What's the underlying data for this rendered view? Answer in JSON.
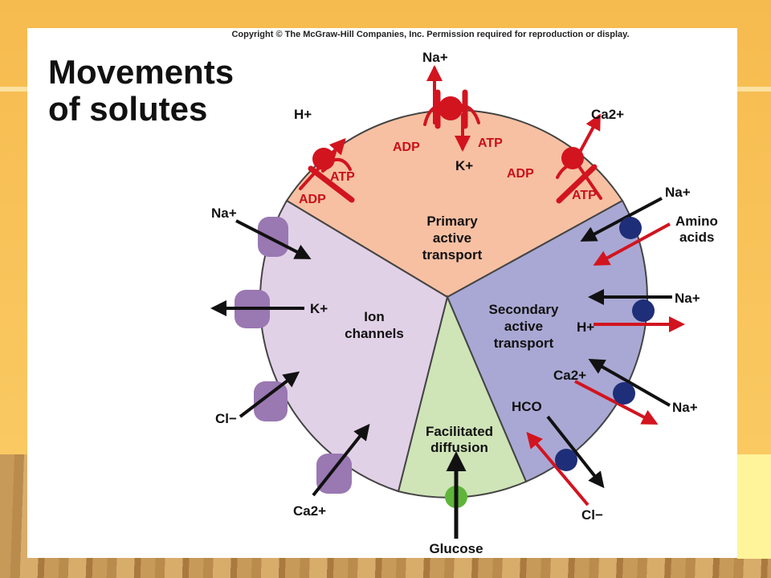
{
  "copyright": "Copyright © The McGraw-Hill Companies, Inc. Permission required for reproduction or display.",
  "title_line1": "Movements",
  "title_line2": "of solutes",
  "sections": {
    "primary": [
      "Primary",
      "active",
      "transport"
    ],
    "ion": [
      "Ion",
      "channels"
    ],
    "secondary": [
      "Secondary",
      "active",
      "transport"
    ],
    "facilitated": [
      "Facilitated",
      "diffusion"
    ]
  },
  "primary_labels": {
    "h_plus": "H+",
    "atp_left": "ATP",
    "adp_left": "ADP",
    "na_top": "Na+",
    "adp_mid": "ADP",
    "atp_mid": "ATP",
    "k_mid": "K+",
    "ca_right": "Ca2+",
    "adp_right": "ADP",
    "atp_right": "ATP"
  },
  "ion_labels": {
    "na": "Na+",
    "k": "K+",
    "cl": "Cl−",
    "ca": "Ca2+"
  },
  "secondary_labels": {
    "na1": "Na+",
    "amino": [
      "Amino",
      "acids"
    ],
    "na2": "Na+",
    "h": "H+",
    "ca": "Ca2+",
    "na3": "Na+",
    "hco3": "HCO",
    "cl": "Cl−"
  },
  "glucose": "Glucose",
  "colors": {
    "primary": "#f7c0a2",
    "ion": "#e1d1e7",
    "secondary": "#a9a8d4",
    "facilitated": "#cfe4b7",
    "pump_red": "#d2141f",
    "carrier_blue": "#1f2e78",
    "channel_purple": "#9a78b2",
    "glucose_green": "#5fb53a"
  }
}
